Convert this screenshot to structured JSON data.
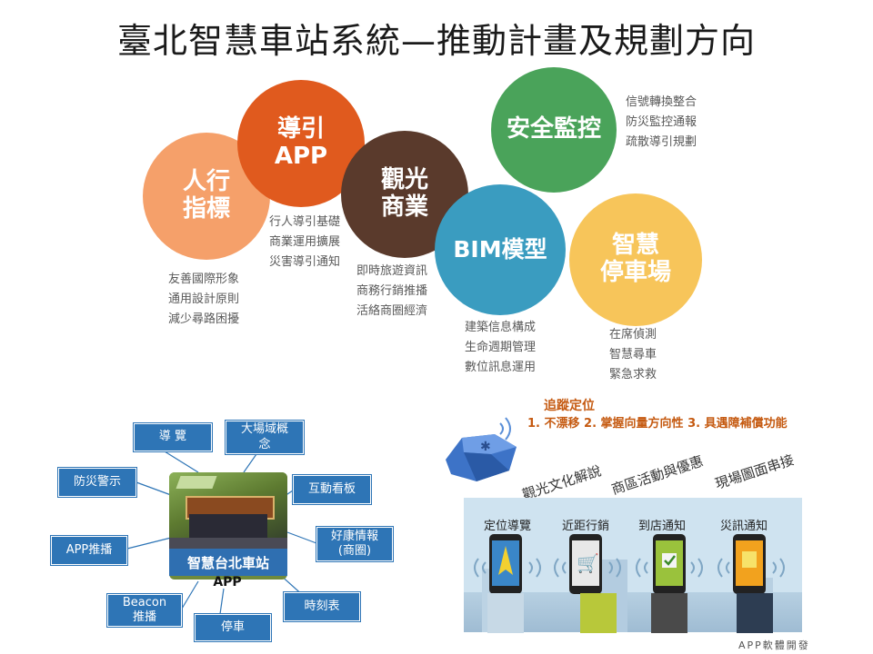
{
  "title": "臺北智慧車站系統—推動計畫及規劃方向",
  "circles": {
    "pedestrian": {
      "label": "人行\n指標",
      "color": "#f5a06a",
      "desc": "友善國際形象\n通用設計原則\n減少尋路困擾"
    },
    "guide_app": {
      "label": "導引\nAPP",
      "color": "#e05a1e",
      "desc": "行人導引基礎\n商業運用擴展\n災害導引通知"
    },
    "tourism": {
      "label": "觀光\n商業",
      "color": "#5a3a2c",
      "desc": "即時旅遊資訊\n商務行銷推播\n活絡商圈經濟"
    },
    "safety": {
      "label": "安全監控",
      "color": "#4aa35a",
      "desc": "信號轉換整合\n防災監控通報\n疏散導引規劃"
    },
    "bim": {
      "label": "BIM模型",
      "color": "#3a9cc0",
      "desc": "建築信息構成\n生命週期管理\n數位訊息運用"
    },
    "parking": {
      "label": "智慧\n停車場",
      "color": "#f7c55a",
      "desc": "在席偵測\n智慧尋車\n緊急求救"
    }
  },
  "app_diagram": {
    "center_banner": "智慧台北車站",
    "center_label": "APP",
    "nodes": {
      "tour": "導 覽",
      "large_field": "大場域概\n念",
      "disaster": "防災警示",
      "board": "互動看板",
      "push": "APP推播",
      "deals": "好康情報\n(商圈)",
      "beacon": "Beacon\n推播",
      "parking": "停車",
      "timetable": "時刻表"
    }
  },
  "tracking": {
    "title": "追蹤定位",
    "items": "1. 不漂移 2. 掌握向量方向性 3. 具遇障補償功能"
  },
  "tilted": {
    "culture": "觀光文化解說",
    "business": "商區活動與優惠",
    "scene": "現場圖面串接"
  },
  "phones": [
    "定位導覽",
    "近距行銷",
    "到店通知",
    "災訊通知"
  ],
  "caption": "APP軟體開發"
}
